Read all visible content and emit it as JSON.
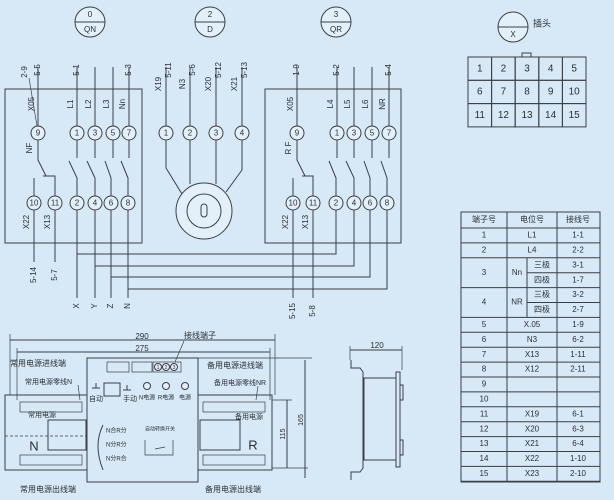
{
  "symbols": [
    {
      "top": "0",
      "bottom": "QN"
    },
    {
      "top": "2",
      "bottom": "D"
    },
    {
      "top": "3",
      "bottom": "QR"
    },
    {
      "top": "",
      "bottom": "X"
    }
  ],
  "plug_label": "插头",
  "plug_pins": [
    "1",
    "2",
    "3",
    "4",
    "5",
    "6",
    "7",
    "8",
    "9",
    "10",
    "11",
    "12",
    "13",
    "14",
    "15"
  ],
  "left_switch": {
    "top_labels": [
      "2-9",
      "5-5",
      "5-1",
      "5-3"
    ],
    "wire_labels": [
      "X05",
      "L1",
      "L2",
      "L3",
      "Nn"
    ],
    "contact_label": "NF",
    "top_terminals": [
      "9",
      "1",
      "3",
      "5",
      "7"
    ],
    "bottom_terminals": [
      "10",
      "11",
      "2",
      "4",
      "6",
      "8"
    ],
    "bottom_wire_labels": [
      "X22",
      "X13"
    ],
    "bottom_labels": [
      "5-14",
      "5-7"
    ],
    "phase_labels": [
      "X",
      "Y",
      "Z",
      "N"
    ]
  },
  "motor": {
    "top_labels": [
      "5-11",
      "5-6",
      "5-12",
      "5-13"
    ],
    "wire_labels": [
      "X19",
      "N3",
      "X20",
      "X21"
    ],
    "terminals": [
      "1",
      "2",
      "3",
      "4"
    ],
    "center": "0"
  },
  "right_switch": {
    "top_labels": [
      "1-9",
      "5-2",
      "5-4"
    ],
    "wire_labels": [
      "X05",
      "L4",
      "L5",
      "L6",
      "NR"
    ],
    "contact_label": "R F",
    "top_terminals": [
      "9",
      "1",
      "3",
      "5",
      "7"
    ],
    "bottom_terminals": [
      "10",
      "11",
      "2",
      "4",
      "6",
      "8"
    ],
    "bottom_wire_labels": [
      "X22",
      "X13"
    ],
    "bottom_labels": [
      "5-15",
      "5-8"
    ]
  },
  "table": {
    "headers": [
      "端子号",
      "电位号",
      "接线号"
    ],
    "rows": [
      {
        "terminal": "1",
        "potential": "L1",
        "wire": "1-1"
      },
      {
        "terminal": "2",
        "potential": "L4",
        "wire": "2-2"
      },
      {
        "terminal": "3",
        "potential": "Nn",
        "sub": [
          {
            "poles": "三极",
            "wire": "3-1"
          },
          {
            "poles": "四极",
            "wire": "1-7"
          }
        ]
      },
      {
        "terminal": "4",
        "potential": "NR",
        "sub": [
          {
            "poles": "三极",
            "wire": "3-2"
          },
          {
            "poles": "四极",
            "wire": "2-7"
          }
        ]
      },
      {
        "terminal": "5",
        "potential": "X.05",
        "wire": "1-9"
      },
      {
        "terminal": "6",
        "potential": "N3",
        "wire": "6-2"
      },
      {
        "terminal": "7",
        "potential": "X13",
        "wire": "1-11"
      },
      {
        "terminal": "8",
        "potential": "X12",
        "wire": "2-11"
      },
      {
        "terminal": "9",
        "potential": "",
        "wire": ""
      },
      {
        "terminal": "10",
        "potential": "",
        "wire": ""
      },
      {
        "terminal": "11",
        "potential": "X19",
        "wire": "6-1"
      },
      {
        "terminal": "12",
        "potential": "X20",
        "wire": "6-3"
      },
      {
        "terminal": "13",
        "potential": "X21",
        "wire": "6-4"
      },
      {
        "terminal": "14",
        "potential": "X22",
        "wire": "1-10"
      },
      {
        "terminal": "15",
        "potential": "X23",
        "wire": "2-10"
      }
    ]
  },
  "front_view": {
    "dim_outer": "290",
    "dim_inner": "275",
    "terminal_block_label": "接线端子",
    "terminal_block_pins": [
      "1",
      "2",
      "3"
    ],
    "normal_in": "常用电源进线端",
    "normal_neutral": "常用电源零线N",
    "auto": "自动",
    "manual": "手动",
    "n_power": "N电源",
    "r_power": "R电源",
    "power": "电源",
    "backup_in": "备用电源进线端",
    "backup_neutral": "备用电源零线NR",
    "normal_power": "常用电源",
    "backup_power": "备用电源",
    "states": [
      "N合R分",
      "N分R分",
      "N分R合"
    ],
    "switch_label": "自动转换开关",
    "n_mark": "N",
    "r_mark": "R",
    "normal_out": "常用电源出线端",
    "backup_out": "备用电源出线端",
    "dim_height_inner": "115",
    "dim_height_outer": "165"
  },
  "side_view": {
    "dim_depth": "120"
  }
}
